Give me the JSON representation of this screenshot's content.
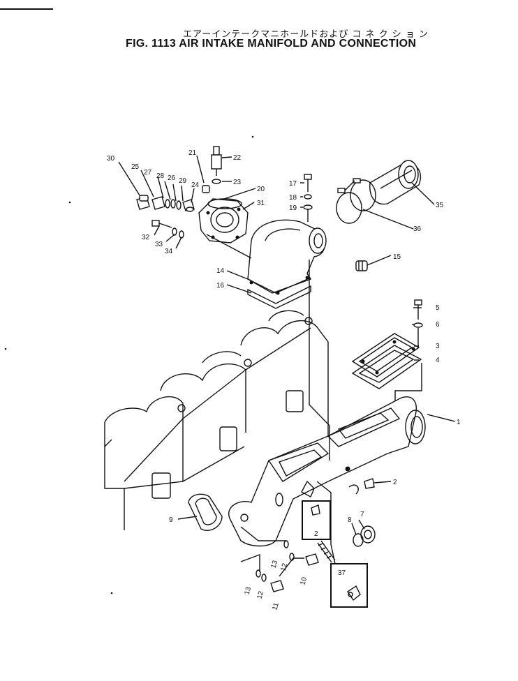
{
  "title_jp": "エアーインテークマニホールドおよび コ ネ ク シ ョ ン",
  "title_en": "FIG. 1113  AIR INTAKE MANIFOLD AND CONNECTION",
  "callouts": {
    "c1": "1",
    "c2a": "2",
    "c2b": "2",
    "c3": "3",
    "c4": "4",
    "c5": "5",
    "c6": "6",
    "c7": "7",
    "c8": "8",
    "c9": "9",
    "c10": "10",
    "c11": "11",
    "c12a": "12",
    "c12b": "12",
    "c13a": "13",
    "c13b": "13",
    "c14": "14",
    "c15": "15",
    "c16": "16",
    "c17": "17",
    "c18": "18",
    "c19": "19",
    "c20": "20",
    "c21": "21",
    "c22": "22",
    "c23": "23",
    "c24": "24",
    "c25": "25",
    "c26": "26",
    "c27": "27",
    "c28": "28",
    "c29": "29",
    "c30": "30",
    "c31": "31",
    "c32": "32",
    "c33": "33",
    "c34": "34",
    "c35": "35",
    "c36": "36",
    "c37": "37"
  }
}
